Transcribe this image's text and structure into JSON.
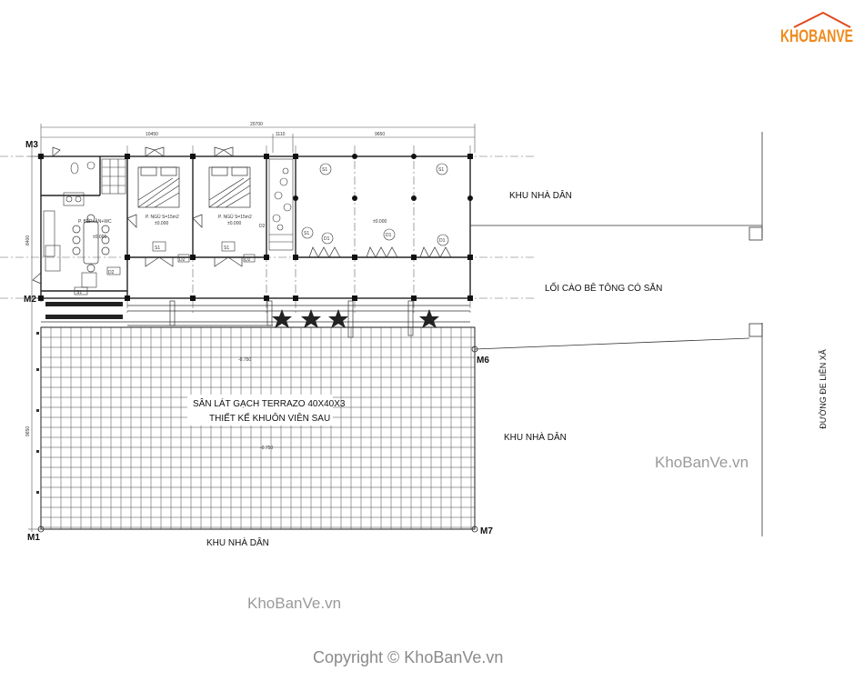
{
  "logo": {
    "text": "KHOBANVE"
  },
  "watermarks": [
    "KhoBanVe.vn",
    "KhoBanVe.vn"
  ],
  "copyright": "Copyright © KhoBanVe.vn",
  "corners": {
    "m1": "M1",
    "m2": "M2",
    "m3": "M3",
    "m6": "M6",
    "m7": "M7"
  },
  "labels": {
    "khu_nha_dan_right": "KHU NHÀ DÂN",
    "khu_nha_dan_mid": "KHU NHÀ DÂN",
    "khu_nha_dan_bottom": "KHU NHÀ DÂN",
    "loi_vao": "LỐI CÀO BÊ TÔNG CÓ SẴN",
    "duong": "ĐƯỜNG ĐE LIÊN XÃ",
    "san_line1": "SÂN LÁT GẠCH TERRAZO 40X40X3",
    "san_line2": "THIẾT KẾ KHUÔN VIÊN SAU"
  },
  "dimensions": {
    "total_width": "20700",
    "seg1": "10450",
    "seg2": "1110",
    "seg3": "9650",
    "left_top": "8400",
    "left_bottom": "9650"
  },
  "rooms": {
    "bed1": "P. NGỦ  S=15m2",
    "bed2": "P. NGỦ  S=15m2",
    "kitchen": "P. BẾP+ĂN+WC",
    "level": "±0.000",
    "yard_level_1": "-0.750",
    "yard_level_2": "-0.750"
  },
  "tags": {
    "s1": "S1",
    "d1": "D1",
    "d2": "D2"
  }
}
